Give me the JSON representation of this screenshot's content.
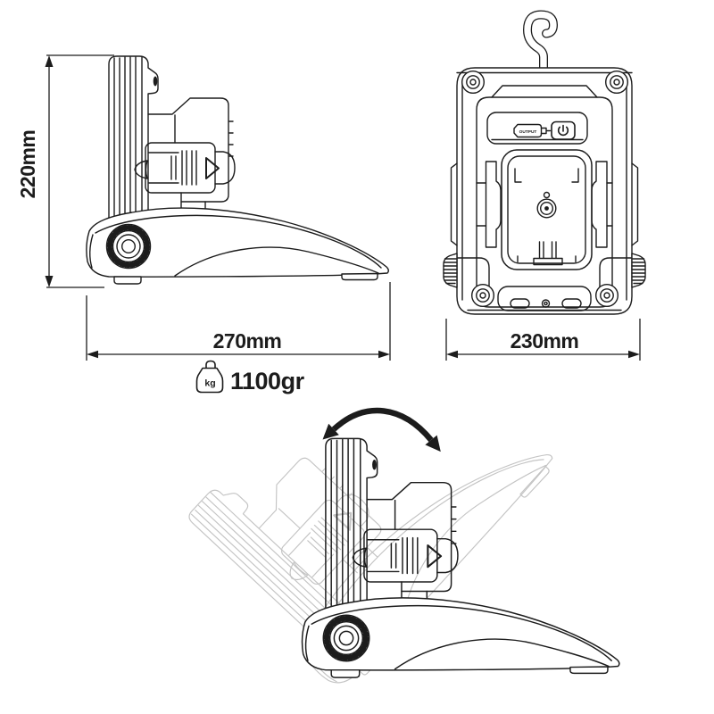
{
  "colors": {
    "line": "#1c1c1c",
    "ghost_line": "#c4c4c4",
    "background": "#ffffff"
  },
  "side_view": {
    "height_label": "220mm",
    "depth_label": "270mm"
  },
  "front_view": {
    "width_label": "230mm",
    "output_port_label": "OUTPUT"
  },
  "weight": {
    "badge": "kg",
    "value": "1100gr"
  },
  "icons": {
    "hook": "hanging-hook-icon",
    "power": "power-button-icon",
    "output": "output-port-icon",
    "rotation": "rotation-double-arrow-icon",
    "weight": "weight-kg-icon",
    "knob": "adjustment-knob-icon"
  }
}
